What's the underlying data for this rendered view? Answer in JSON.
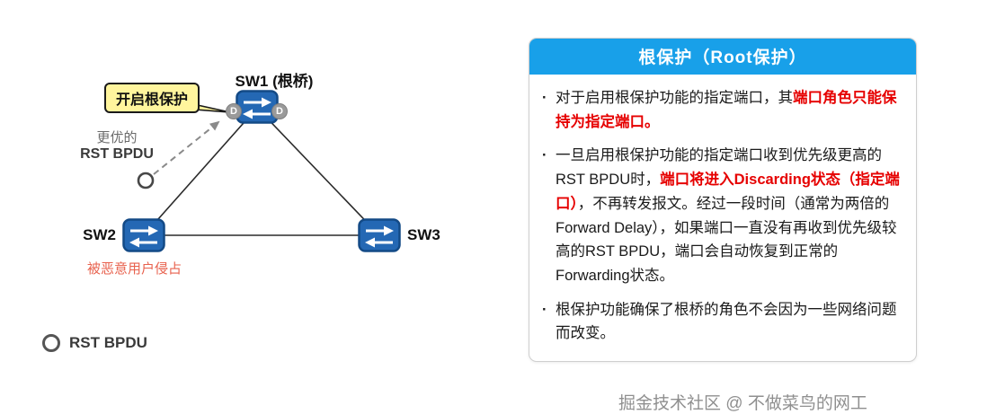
{
  "diagram": {
    "sw1_label": "SW1 (根桥)",
    "sw2_label": "SW2",
    "sw3_label": "SW3",
    "callout_label": "开启根保护",
    "bpdu_note_line1": "更优的",
    "bpdu_note_line2": "RST BPDU",
    "sw2_status": "被恶意用户侵占",
    "port_left_label": "D",
    "port_right_label": "D",
    "legend_label": "RST BPDU"
  },
  "panel": {
    "title": "根保护（Root保护）",
    "bullet_char": "·",
    "bullets": [
      {
        "segments": [
          {
            "text": "对于启用根保护功能的指定端口，其",
            "style": "normal"
          },
          {
            "text": "端口角色只能保持为指定端口。",
            "style": "em"
          }
        ]
      },
      {
        "segments": [
          {
            "text": "一旦启用根保护功能的指定端口收到优先级更高的RST BPDU时，",
            "style": "normal"
          },
          {
            "text": "端口将进入Discarding状态（指定端口）",
            "style": "em"
          },
          {
            "text": "，不再转发报文。经过一段时间（通常为两倍的Forward Delay），如果端口一直没有再收到优先级较高的RST BPDU，端口会自动恢复到正常的Forwarding状态。",
            "style": "normal"
          }
        ]
      },
      {
        "segments": [
          {
            "text": "根保护功能确保了根桥的角色不会因为一些网络问题而改变。",
            "style": "normal"
          }
        ]
      }
    ]
  },
  "footer": {
    "watermark": "掘金技术社区 @ 不做菜鸟的网工"
  },
  "colors": {
    "header_blue": "#18a0e9",
    "accent_red": "#e60000",
    "status_red": "#e8614d",
    "switch_blue": "#2468b4"
  }
}
